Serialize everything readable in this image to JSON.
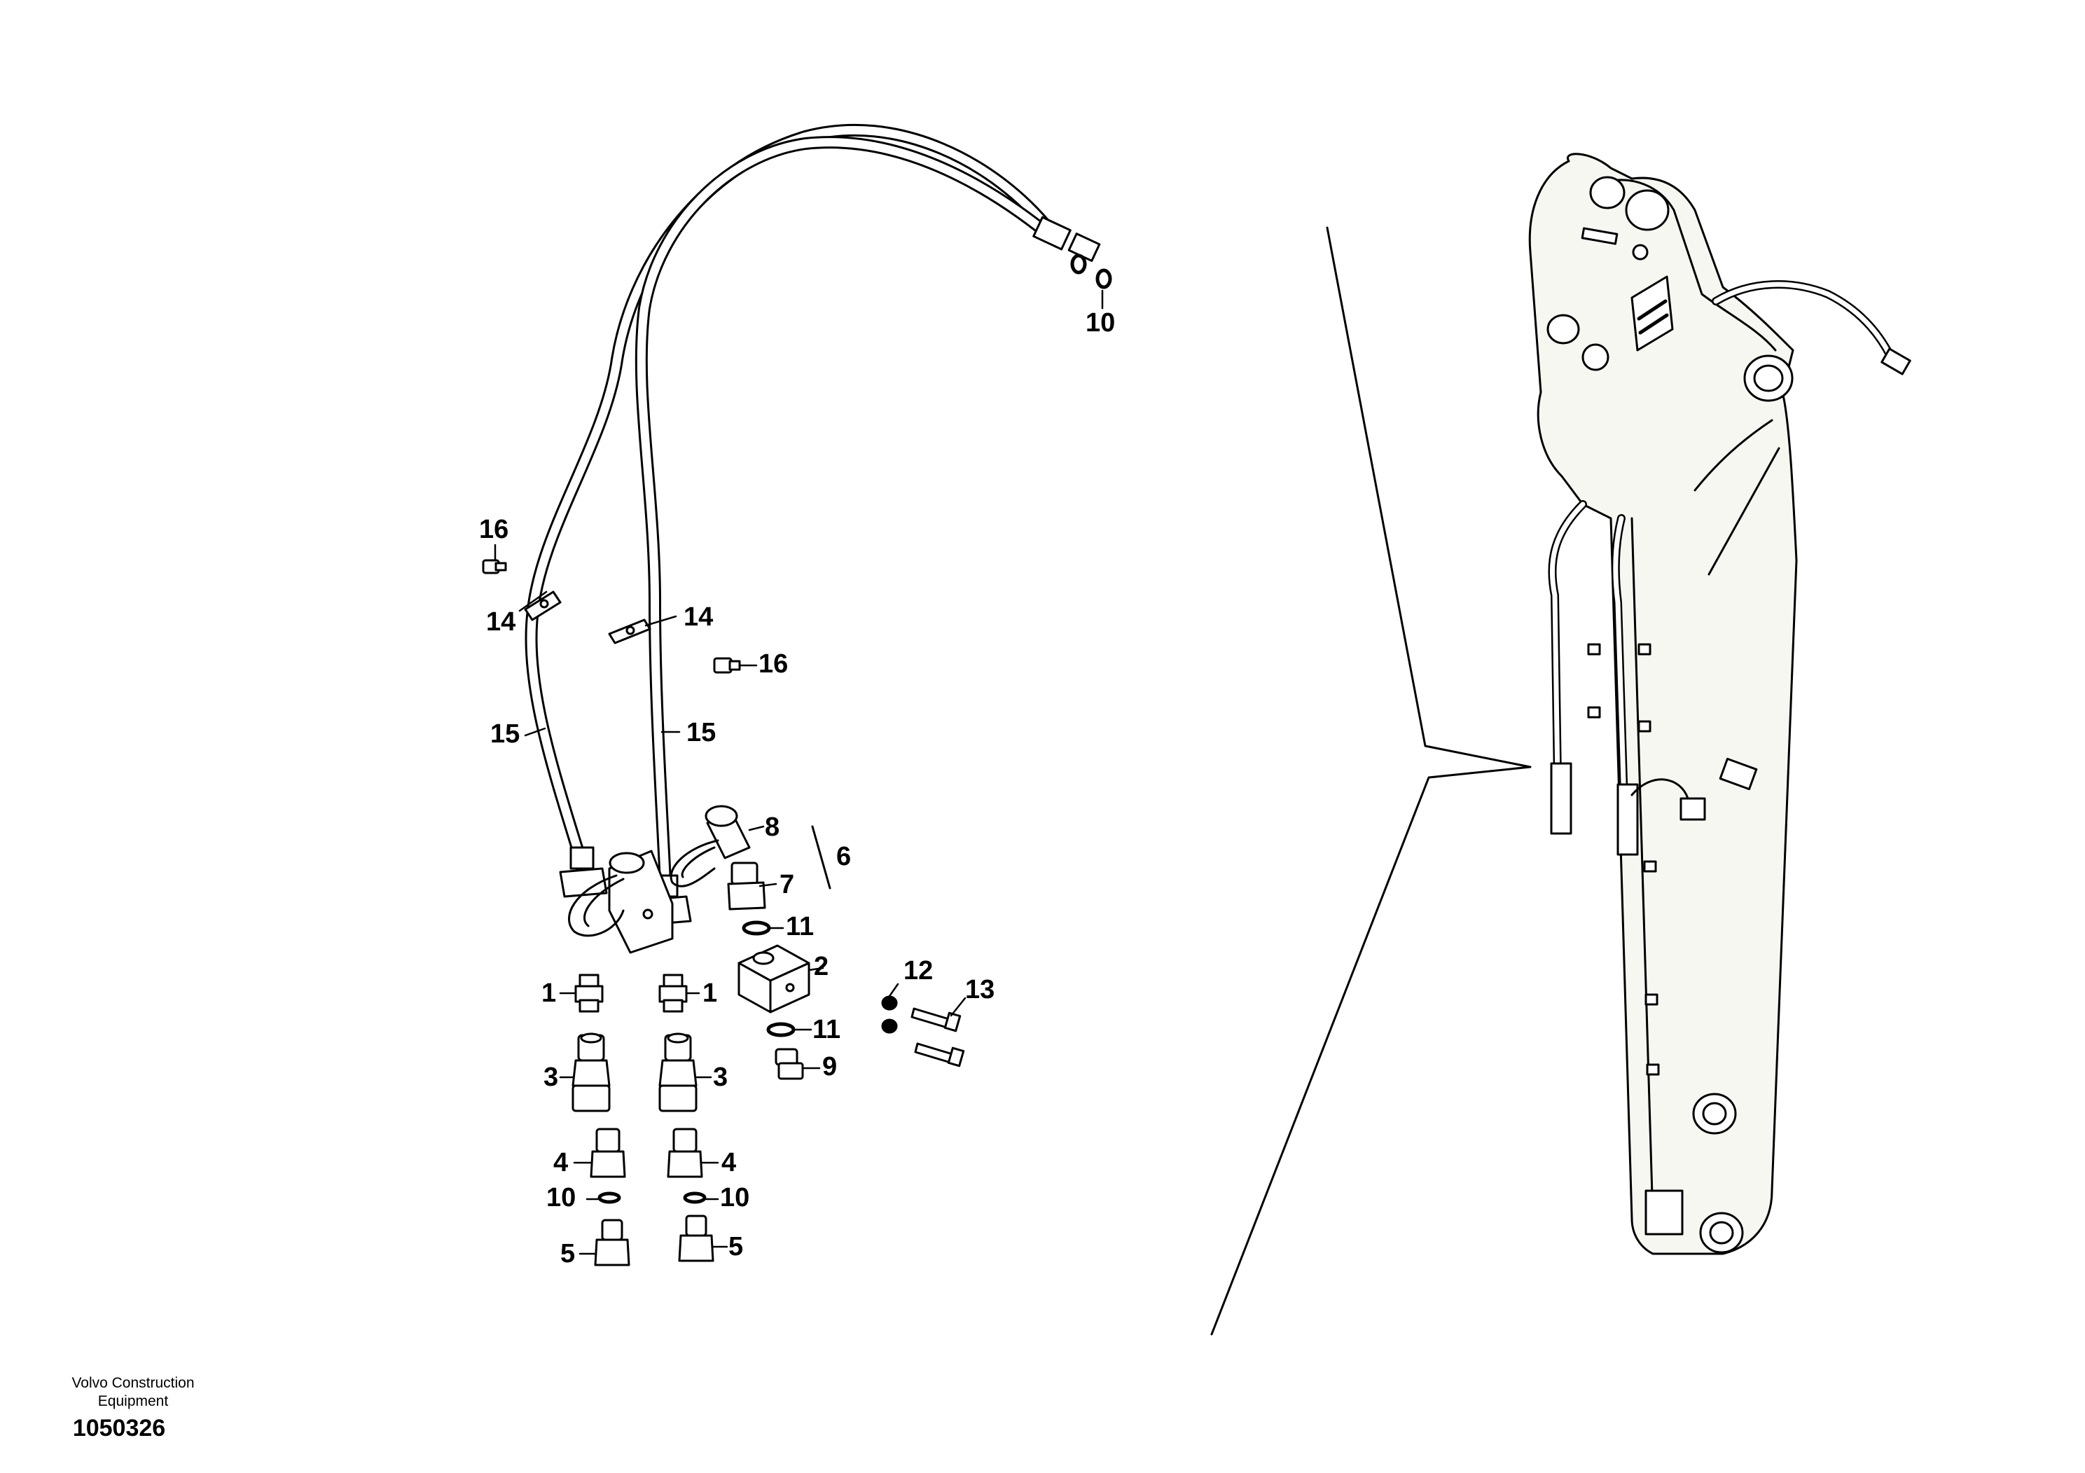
{
  "drawing": {
    "company_line1": "Volvo Construction",
    "company_line2": "Equipment",
    "drawing_number": "1050326"
  },
  "colors": {
    "line": "#000000",
    "boom_fill": "#f7f7f2",
    "part_fill": "#ffffff",
    "shade": "#cfcfcf"
  },
  "callouts": [
    {
      "id": "10-top",
      "label": "10"
    },
    {
      "id": "16-left",
      "label": "16"
    },
    {
      "id": "14-left",
      "label": "14"
    },
    {
      "id": "14-right",
      "label": "14"
    },
    {
      "id": "16-right",
      "label": "16"
    },
    {
      "id": "15-left",
      "label": "15"
    },
    {
      "id": "15-right",
      "label": "15"
    },
    {
      "id": "8",
      "label": "8"
    },
    {
      "id": "6",
      "label": "6"
    },
    {
      "id": "7",
      "label": "7"
    },
    {
      "id": "11-upper",
      "label": "11"
    },
    {
      "id": "2",
      "label": "2"
    },
    {
      "id": "12",
      "label": "12"
    },
    {
      "id": "13",
      "label": "13"
    },
    {
      "id": "1-left",
      "label": "1"
    },
    {
      "id": "1-right",
      "label": "1"
    },
    {
      "id": "11-lower",
      "label": "11"
    },
    {
      "id": "9",
      "label": "9"
    },
    {
      "id": "3-left",
      "label": "3"
    },
    {
      "id": "3-right",
      "label": "3"
    },
    {
      "id": "4-left",
      "label": "4"
    },
    {
      "id": "4-right",
      "label": "4"
    },
    {
      "id": "10-left",
      "label": "10"
    },
    {
      "id": "10-right",
      "label": "10"
    },
    {
      "id": "5-left",
      "label": "5"
    },
    {
      "id": "5-right",
      "label": "5"
    }
  ]
}
